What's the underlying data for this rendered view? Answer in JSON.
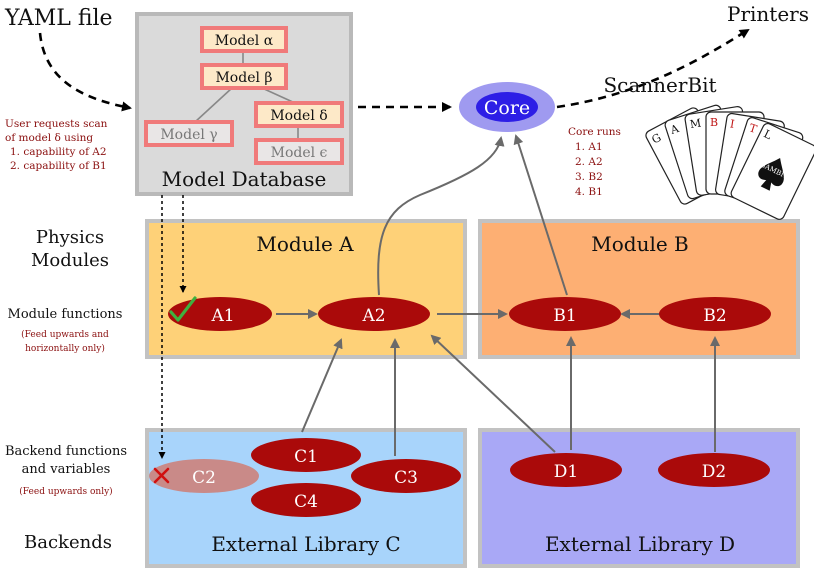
{
  "labels": {
    "yaml_file": "YAML file",
    "printers": "Printers",
    "scannerbit": "ScannerBit",
    "core": "Core",
    "model_database": "Model Database",
    "physics_modules_1": "Physics",
    "physics_modules_2": "Modules",
    "module_functions": "Module functions",
    "feed_up_horiz_1": "(Feed upwards and",
    "feed_up_horiz_2": "horizontally only)",
    "backend_functions_1": "Backend functions",
    "backend_functions_2": "and variables",
    "feed_up_only": "(Feed upwards only)",
    "backends": "Backends",
    "module_a": "Module A",
    "module_b": "Module B",
    "ext_lib_c": "External Library C",
    "ext_lib_d": "External Library D"
  },
  "models": {
    "alpha": "Model α",
    "beta": "Model β",
    "gamma": "Model γ",
    "delta": "Model δ",
    "epsilon": "Model ϵ"
  },
  "user_request": {
    "line1": "User requests scan",
    "line2": "of model δ using",
    "item1": "1.  capability of A2",
    "item2": "2.  capability of B1"
  },
  "core_runs": {
    "title": "Core runs",
    "items": [
      "1.  A1",
      "2.  A2",
      "3.  B2",
      "4.  B1"
    ]
  },
  "nodes": {
    "A1": "A1",
    "A2": "A2",
    "B1": "B1",
    "B2": "B2",
    "C1": "C1",
    "C2": "C2",
    "C3": "C3",
    "C4": "C4",
    "D1": "D1",
    "D2": "D2"
  },
  "cards": {
    "letters": [
      "G",
      "A",
      "M",
      "B",
      "I",
      "T",
      "L"
    ],
    "logo_text": "GAMBIT"
  },
  "colors": {
    "node_red": "#aa0a0a",
    "node_faded": "#c98a88",
    "module_a_bg": "#fed178",
    "module_b_bg": "#fdaf73",
    "lib_c_bg": "#a8d4fb",
    "lib_d_bg": "#a9a8f6",
    "database_bg": "#dadada",
    "model_box_fill": "#fde9c8",
    "model_box_stroke": "#f07a7a",
    "core_outer": "#9f9af0",
    "core_inner": "#2d1ee6",
    "arrow_gray": "#6a6a6a",
    "dark_red_text": "#8b1010"
  }
}
